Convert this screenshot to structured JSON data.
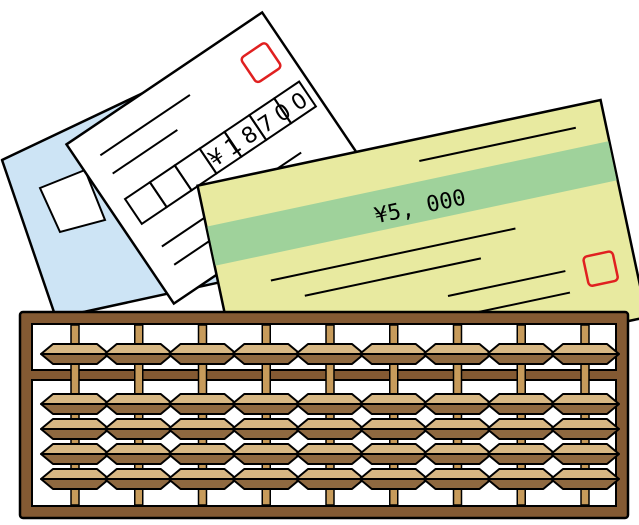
{
  "yellow_slip": {
    "amount": "¥5, 000"
  },
  "white_slip": {
    "amount": "¥18700"
  },
  "colors": {
    "outline": "#000000",
    "blue_slip": "#cde4f5",
    "white_slip": "#ffffff",
    "yellow_slip": "#e8eaa0",
    "green_band": "#9fd29b",
    "stamp_box": "#e02020",
    "abacus_frame": "#845a33",
    "abacus_rod": "#c79b5b",
    "bead_light": "#d7b783",
    "bead_dark": "#8f6940"
  },
  "abacus": {
    "columns": 9,
    "upper_beads": 1,
    "lower_beads": 4
  }
}
